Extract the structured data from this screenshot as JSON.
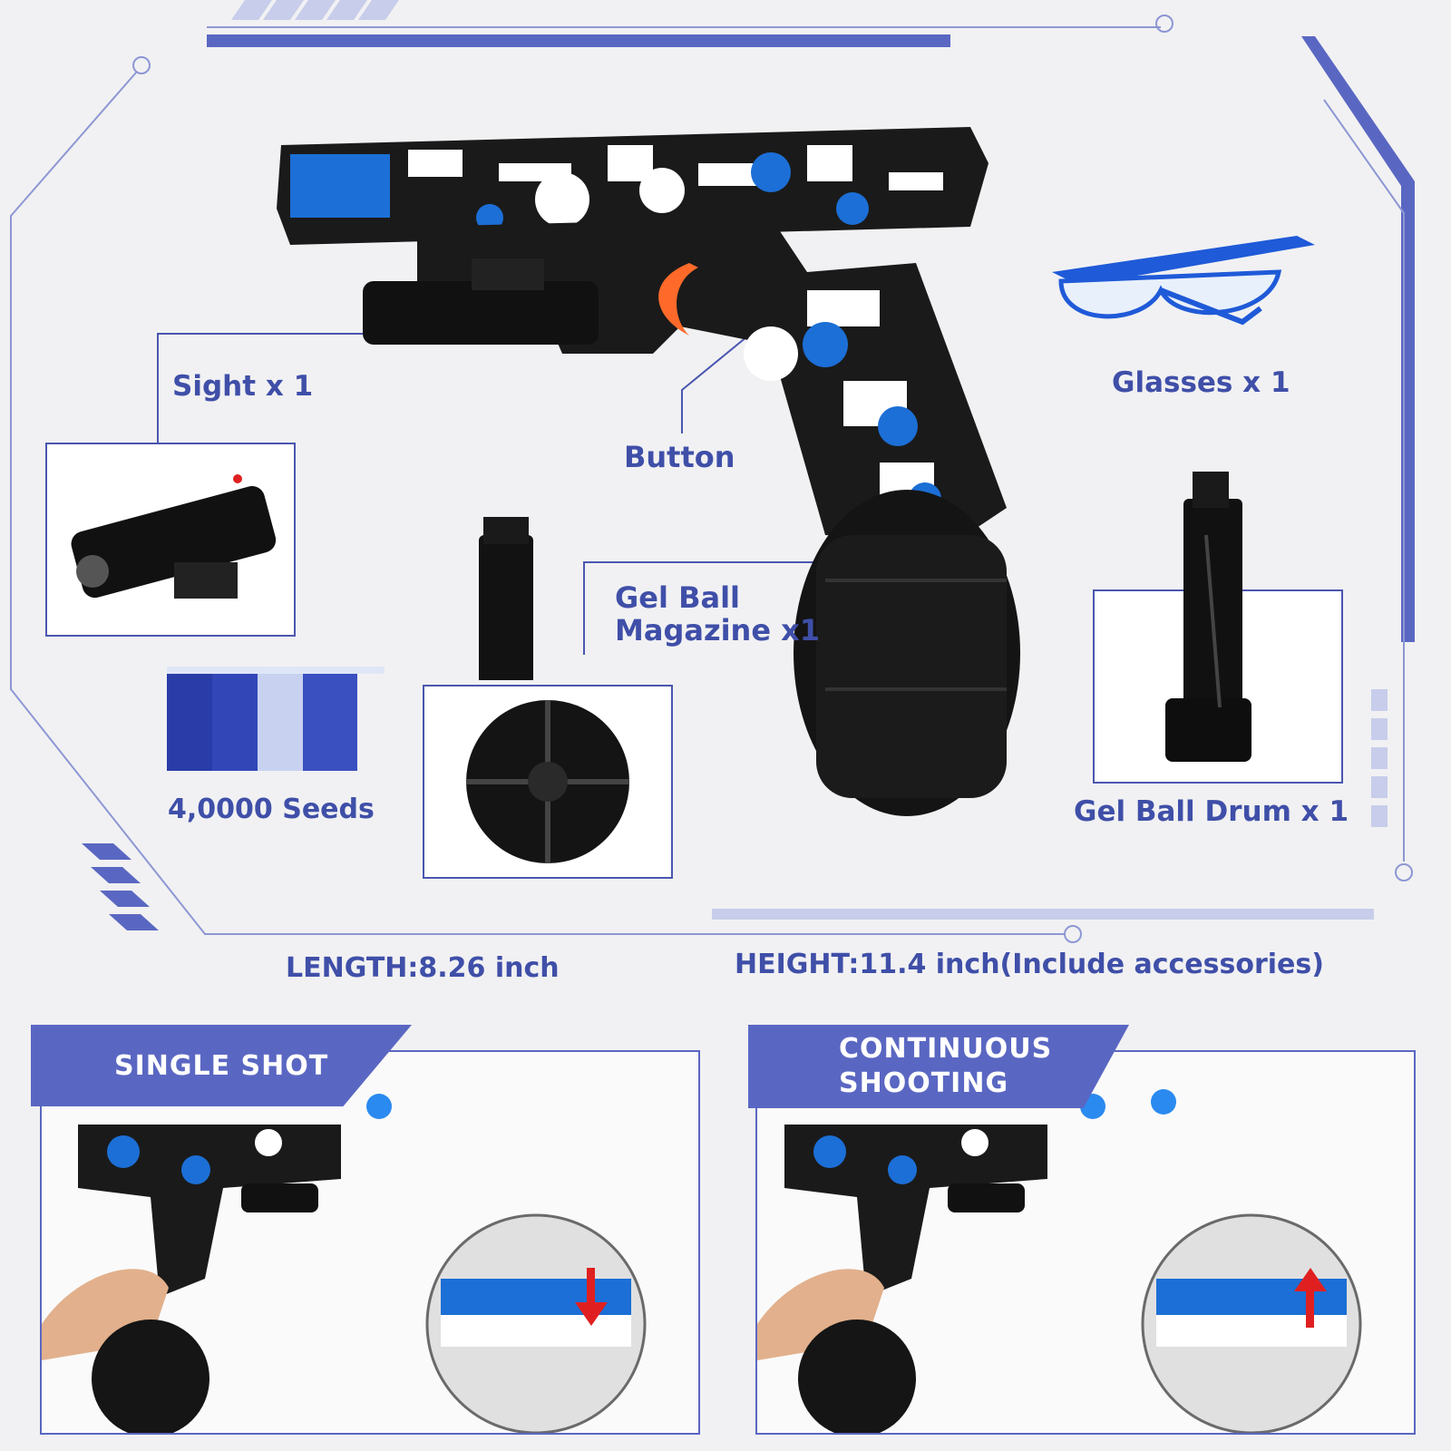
{
  "labels": {
    "sight": "Sight x 1",
    "glasses": "Glasses x 1",
    "button": "Button",
    "magazine_line1": "Gel Ball",
    "magazine_line2": "Magazine x1",
    "seeds": "4,0000 Seeds",
    "drum": "Gel Ball Drum x 1",
    "length": "LENGTH:8.26 inch",
    "height": "HEIGHT:11.4 inch(Include accessories)"
  },
  "modes": {
    "single": "SINGLE SHOT",
    "continuous_line1": "CONTINUOUS",
    "continuous_line2": "SHOOTING"
  },
  "colors": {
    "accent": "#3f4fa8",
    "tab": "#5a67c2",
    "gun_blue": "#1c6fd6",
    "arrow_red": "#e02020"
  },
  "icons": {
    "single_arrow": "arrow-down-icon",
    "continuous_arrow": "arrow-up-icon"
  }
}
